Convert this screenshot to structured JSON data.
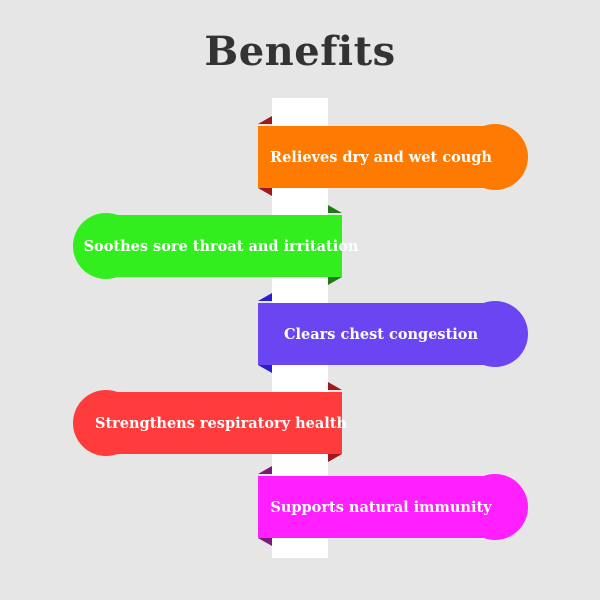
{
  "title": "Benefits",
  "colors": {
    "background": "#e6e6e6",
    "pole": "#ffffff",
    "title": "#333333"
  },
  "benefits": [
    {
      "label": "Relieves dry and wet cough",
      "side": "right",
      "color": "#ff7a00",
      "fold": "#9e1a1a"
    },
    {
      "label": "Soothes sore throat and irritation",
      "side": "left",
      "color": "#33ee1f",
      "fold": "#1f7a14"
    },
    {
      "label": "Clears chest congestion",
      "side": "right",
      "color": "#6b45f2",
      "fold": "#2a1fcc"
    },
    {
      "label": "Strengthens respiratory health",
      "side": "left",
      "color": "#ff3b3b",
      "fold": "#9e1a1a"
    },
    {
      "label": "Supports natural immunity",
      "side": "right",
      "color": "#ff1fff",
      "fold": "#7a1a7a"
    }
  ]
}
